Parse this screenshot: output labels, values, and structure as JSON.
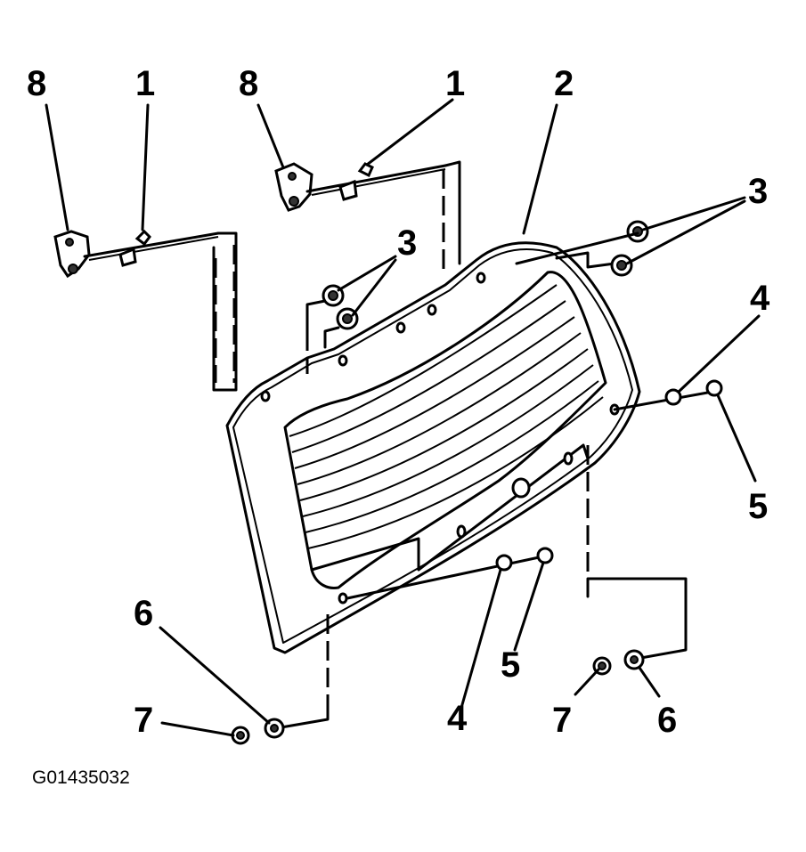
{
  "figure_id": "G01435032",
  "callouts": {
    "c8a": "8",
    "c1a": "1",
    "c8b": "8",
    "c1b": "1",
    "c2": "2",
    "c3a": "3",
    "c3b": "3",
    "c4a": "4",
    "c5a": "5",
    "c4b": "4",
    "c5b": "5",
    "c6a": "6",
    "c7a": "7",
    "c7b": "7",
    "c6b": "6"
  }
}
